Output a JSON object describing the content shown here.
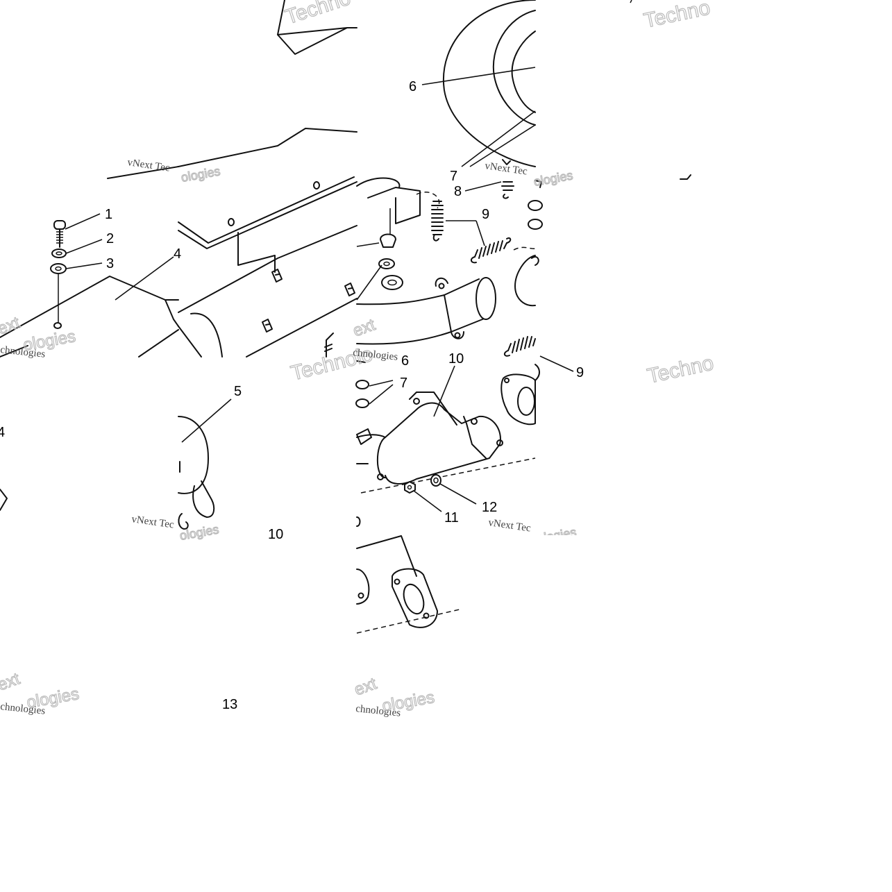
{
  "callouts": [
    {
      "id": "c1",
      "text": "1"
    },
    {
      "id": "c2",
      "text": "2"
    },
    {
      "id": "c3",
      "text": "3"
    },
    {
      "id": "c4a",
      "text": "4"
    },
    {
      "id": "c4b",
      "text": "4"
    },
    {
      "id": "c5",
      "text": "5"
    },
    {
      "id": "c6a",
      "text": "6"
    },
    {
      "id": "c6b",
      "text": "6"
    },
    {
      "id": "c7a",
      "text": "7"
    },
    {
      "id": "c7b",
      "text": "7"
    },
    {
      "id": "c8",
      "text": "8"
    },
    {
      "id": "c9a",
      "text": "9"
    },
    {
      "id": "c9b",
      "text": "9"
    },
    {
      "id": "c10a",
      "text": "10"
    },
    {
      "id": "c10b",
      "text": "10"
    },
    {
      "id": "c11",
      "text": "11"
    },
    {
      "id": "c12",
      "text": "12"
    },
    {
      "id": "c13",
      "text": "13"
    }
  ],
  "watermark": {
    "brand": "vNext Technologies",
    "fragments": [
      "Techno",
      "vNext Tec",
      "hnologies",
      "chnologies",
      "Technolo",
      "ext",
      "ologies",
      "Techn"
    ]
  }
}
